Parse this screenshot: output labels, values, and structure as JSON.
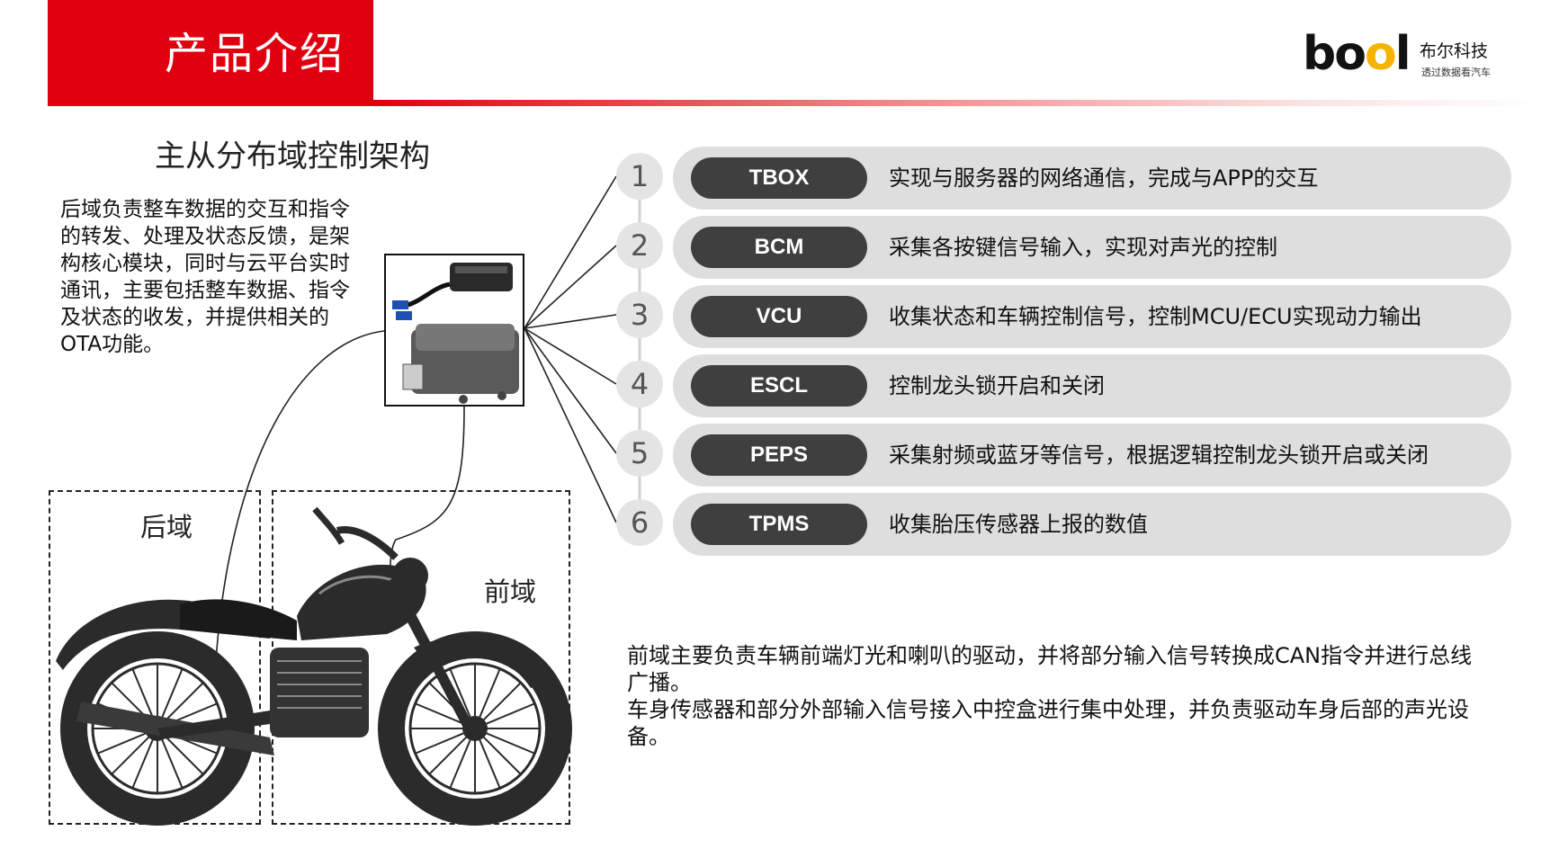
{
  "header": {
    "title": "产品介绍"
  },
  "logo": {
    "wordmark_b": "b",
    "wordmark_o1": "o",
    "wordmark_o2": "o",
    "wordmark_l": "l",
    "company": "布尔科技",
    "slogan": "透过数据看汽车"
  },
  "architecture": {
    "title": "主从分布域控制架构",
    "rear_description": "后域负责整车数据的交互和指令的转发、处理及状态反馈，是架构核心模块，同时与云平台实时通讯，主要包括整车数据、指令及状态的收发，并提供相关的OTA功能。",
    "rear_label": "后域",
    "front_label": "前域"
  },
  "modules": [
    {
      "num": "1",
      "name": "TBOX",
      "desc": "实现与服务器的网络通信，完成与APP的交互"
    },
    {
      "num": "2",
      "name": "BCM",
      "desc": "采集各按键信号输入，实现对声光的控制"
    },
    {
      "num": "3",
      "name": "VCU",
      "desc": "收集状态和车辆控制信号，控制MCU/ECU实现动力输出"
    },
    {
      "num": "4",
      "name": "ESCL",
      "desc": "控制龙头锁开启和关闭"
    },
    {
      "num": "5",
      "name": "PEPS",
      "desc": "采集射频或蓝牙等信号，根据逻辑控制龙头锁开启或关闭"
    },
    {
      "num": "6",
      "name": "TPMS",
      "desc": "收集胎压传感器上报的数值"
    }
  ],
  "front_description": {
    "line1": "前域主要负责车辆前端灯光和喇叭的驱动，并将部分输入信号转换成CAN指令并进行总线广播。",
    "line2": "车身传感器和部分外部输入信号接入中控盒进行集中处理，并负责驱动车身后部的声光设备。"
  },
  "colors": {
    "brand_red": "#e1000f",
    "pill_dark": "#3f3f3f",
    "row_bg": "#dedede",
    "logo_yellow": "#f5b400"
  }
}
